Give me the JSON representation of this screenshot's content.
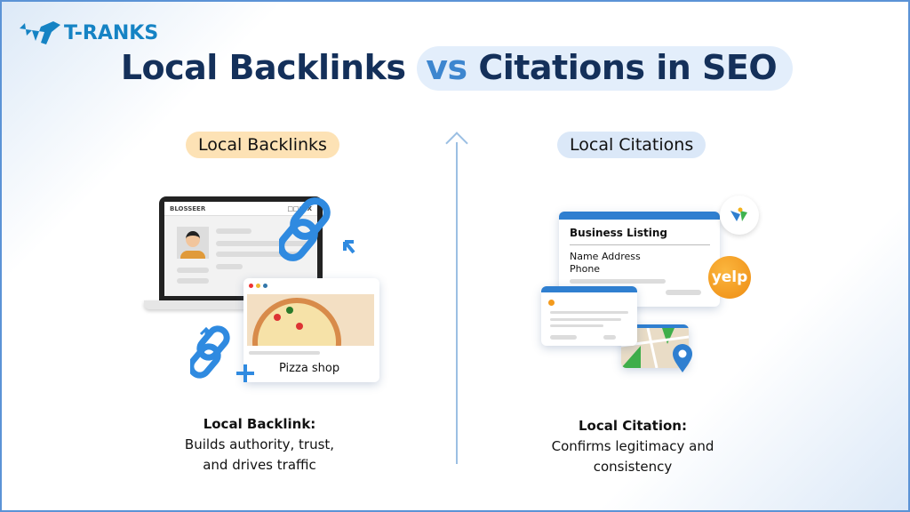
{
  "brand": {
    "name": "T-RANKS"
  },
  "title": {
    "part1": "Local Backlinks",
    "part2": "vs",
    "part3": "Citations in SEO"
  },
  "left": {
    "pill": "Local Backlinks",
    "blog_name": "BLOSSEER",
    "blog_controls": "□□□ X",
    "site_label": "Pizza shop",
    "caption_title": "Local Backlink:",
    "caption_line1": "Builds authority, trust,",
    "caption_line2": "and drives traffic"
  },
  "right": {
    "pill": "Local Citations",
    "listing_title": "Business Listing",
    "listing_line1": "Name Address",
    "listing_line2": "Phone",
    "yelp": "yelp",
    "caption_title": "Local Citation:",
    "caption_line1": "Confirms legitimacy and",
    "caption_line2": "consistency"
  },
  "colors": {
    "navy": "#14305a",
    "blue": "#3d86cf",
    "peach": "#fde2b5",
    "lightblue": "#dbe8f8",
    "yelp": "#f39a1c"
  }
}
